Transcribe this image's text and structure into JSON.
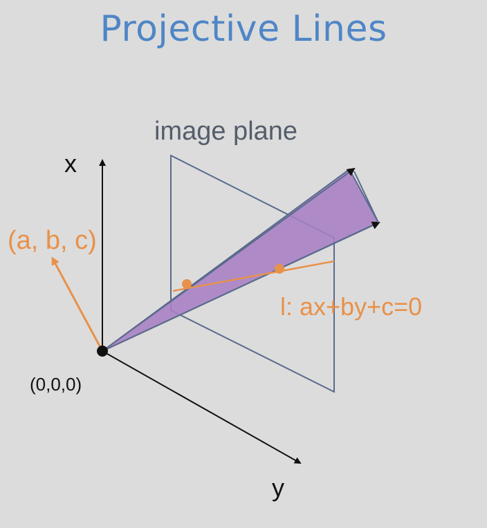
{
  "slide": {
    "title": "Projective Lines"
  },
  "diagram": {
    "labels": {
      "image_plane": "image plane",
      "x_axis": "x",
      "y_axis": "y",
      "origin": "(0,0,0)",
      "normal_vector": "(a, b, c)",
      "line_equation": "l: ax+by+c=0"
    },
    "colors": {
      "background": "#dcdcdc",
      "title": "#4f86c6",
      "plane_outline": "#5a6a8c",
      "wedge_fill": "#a77fc4",
      "accent_orange": "#e8914a",
      "axis": "#111111",
      "label_gray": "#555d6b"
    }
  }
}
